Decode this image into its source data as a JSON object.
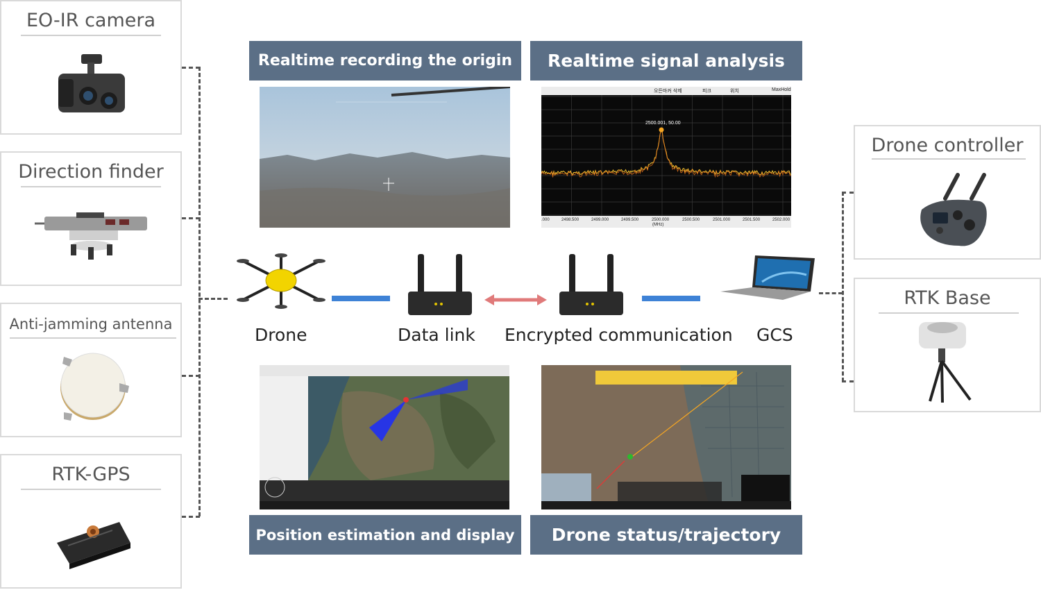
{
  "left_devices": [
    {
      "label": "EO-IR camera"
    },
    {
      "label": "Direction finder"
    },
    {
      "label": "Anti-jamming antenna"
    },
    {
      "label": "RTK-GPS"
    }
  ],
  "right_devices": [
    {
      "label": "Drone controller"
    },
    {
      "label": "RTK Base"
    }
  ],
  "banners": {
    "recording": "Realtime recording the origin",
    "signal": "Realtime signal analysis",
    "position": "Position estimation and display",
    "status": "Drone status/trajectory"
  },
  "chain": {
    "drone": "Drone",
    "data_link": "Data link",
    "encrypted": "Encrypted communication",
    "gcs": "GCS"
  },
  "spectrum": {
    "toolbar": [
      "오든마커 삭제",
      "피크",
      "위치",
      "MaxHold"
    ],
    "peak_label": "2500.001, 50.00",
    "x_ticks": [
      ".000",
      "2498.500",
      "2499.000",
      "2499.500",
      "2500.000",
      "2500.500",
      "2501.000",
      "2501.500",
      "2502.000"
    ],
    "x_axis": "(MHz)"
  },
  "colors": {
    "banner": "#5b6f86",
    "link_blue": "#3e82d6",
    "arrow_red": "#e07a7a",
    "dash": "#555555"
  }
}
